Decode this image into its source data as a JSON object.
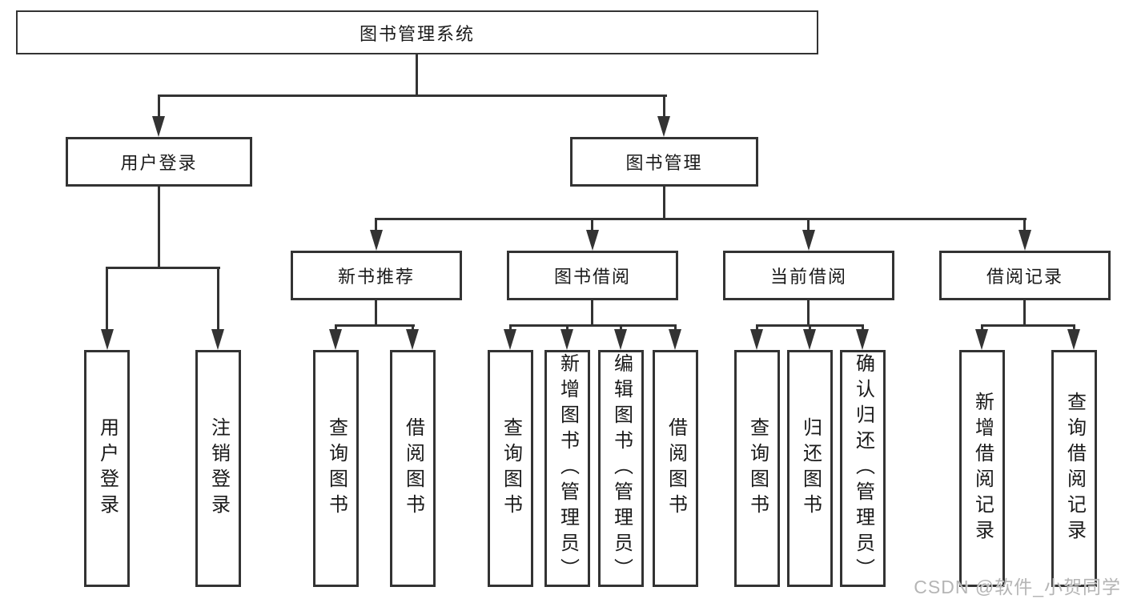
{
  "colors": {
    "background": "#ffffff",
    "line": "#333333",
    "box_border": "#333333",
    "text": "#1a1a1a",
    "watermark": "#b5b5b5"
  },
  "diagram": {
    "type": "hierarchy-tree",
    "root": {
      "label": "图书管理系统"
    },
    "level2": [
      {
        "label": "用户登录"
      },
      {
        "label": "图书管理"
      }
    ],
    "level3": [
      {
        "parent": "图书管理",
        "label": "新书推荐"
      },
      {
        "parent": "图书管理",
        "label": "图书借阅"
      },
      {
        "parent": "图书管理",
        "label": "当前借阅"
      },
      {
        "parent": "图书管理",
        "label": "借阅记录"
      }
    ],
    "leaves": [
      {
        "parent": "用户登录",
        "label": "用户登录"
      },
      {
        "parent": "用户登录",
        "label": "注销登录"
      },
      {
        "parent": "新书推荐",
        "label": "查询图书"
      },
      {
        "parent": "新书推荐",
        "label": "借阅图书"
      },
      {
        "parent": "图书借阅",
        "label": "查询图书"
      },
      {
        "parent": "图书借阅",
        "label": "新增图书（管理员）"
      },
      {
        "parent": "图书借阅",
        "label": "编辑图书（管理员）"
      },
      {
        "parent": "图书借阅",
        "label": "借阅图书"
      },
      {
        "parent": "当前借阅",
        "label": "查询图书"
      },
      {
        "parent": "当前借阅",
        "label": "归还图书"
      },
      {
        "parent": "当前借阅",
        "label": "确认归还（管理员）"
      },
      {
        "parent": "借阅记录",
        "label": "新增借阅记录"
      },
      {
        "parent": "借阅记录",
        "label": "查询借阅记录"
      }
    ]
  },
  "watermark": {
    "text": "CSDN @软件_小贺同学"
  }
}
